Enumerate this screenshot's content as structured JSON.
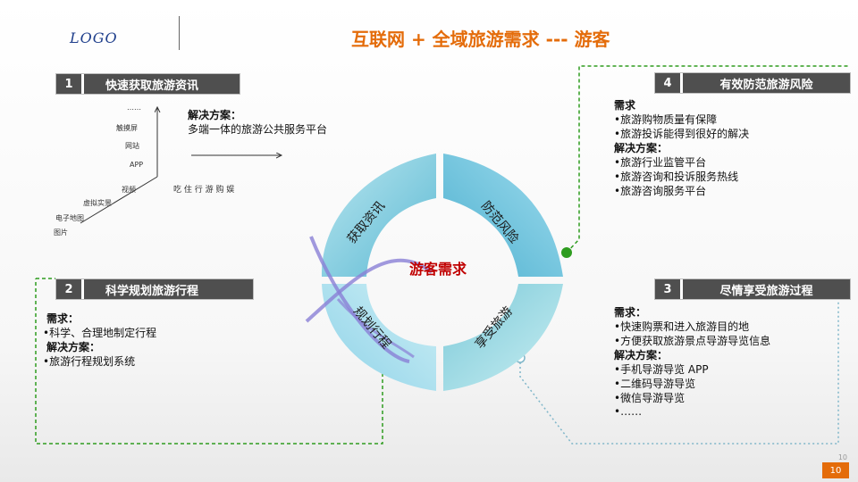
{
  "header": {
    "logo": "LOGO",
    "title": "互联网 + 全域旅游需求 --- 游客"
  },
  "section1": {
    "num": "1",
    "title": "快速获取旅游资讯",
    "solution_label": "解决方案：",
    "solution_text": "多端一体的旅游公共服务平台",
    "axis_items": [
      "……",
      "触摸屏",
      "网站",
      "APP",
      "视频",
      "虚拟实景",
      "电子地图",
      "图片"
    ],
    "horizontal_label": "吃 住 行 游 购 娱"
  },
  "section2": {
    "num": "2",
    "title": "科学规划旅游行程",
    "need_label": "需求：",
    "needs": [
      "•科学、合理地制定行程"
    ],
    "solution_label": "解决方案：",
    "solutions": [
      "•旅游行程规划系统"
    ]
  },
  "section3": {
    "num": "3",
    "title": "尽情享受旅游过程",
    "need_label": "需求：",
    "needs": [
      "•快速购票和进入旅游目的地",
      "•方便获取旅游景点导游导览信息"
    ],
    "solution_label": "解决方案：",
    "solutions": [
      "•手机导游导览 APP",
      "•二维码导游导览",
      "•微信导游导览",
      "•……"
    ]
  },
  "section4": {
    "num": "4",
    "title": "有效防范旅游风险",
    "need_label": "需求",
    "needs": [
      "•旅游购物质量有保障",
      "•旅游投诉能得到很好的解决"
    ],
    "solution_label": "解决方案：",
    "solutions": [
      "•旅游行业监管平台",
      "•旅游咨询和投诉服务热线",
      "•旅游咨询服务平台"
    ]
  },
  "cycle": {
    "center": "游客需求",
    "seg_top_left": "获取资讯",
    "seg_top_right": "防范风险",
    "seg_bottom_right": "享受旅游",
    "seg_bottom_left": "规划行程"
  },
  "footer": {
    "page": "10"
  },
  "colors": {
    "accent_orange": "#e46c0a",
    "center_red": "#c00000",
    "label_bg": "#4f4f4f",
    "dash_green": "#2e9c1f",
    "dash_cyan": "#7fb6c9"
  }
}
